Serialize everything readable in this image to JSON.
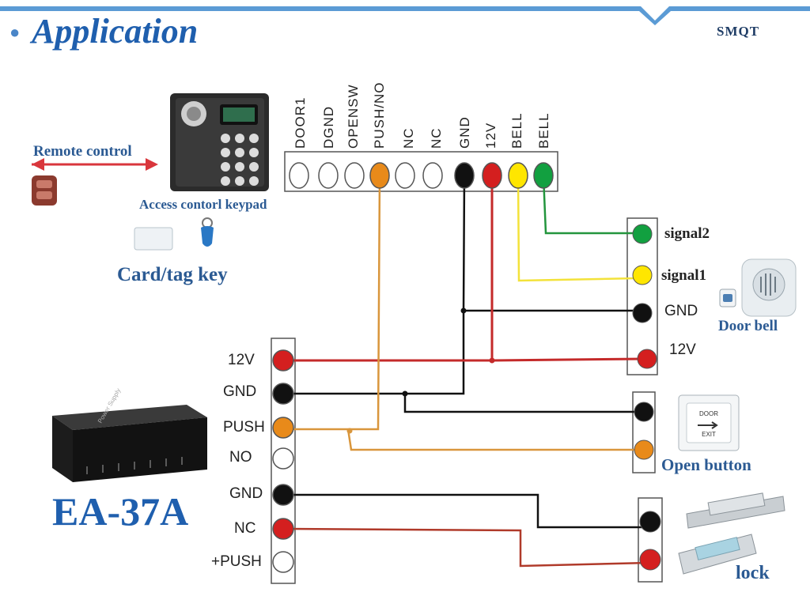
{
  "title": "Application",
  "brand": "SMQT",
  "top_terminals": [
    "DOOR1",
    "DGND",
    "OPENSW",
    "PUSH/NO",
    "NC",
    "NC",
    "GND",
    "12V",
    "BELL",
    "BELL"
  ],
  "top_terminal_colors": [
    "#ffffff",
    "#ffffff",
    "#ffffff",
    "#e88a1a",
    "#ffffff",
    "#ffffff",
    "#111111",
    "#d41f1f",
    "#ffe600",
    "#12a040"
  ],
  "power_terminals": [
    "12V",
    "GND",
    "PUSH",
    "NO",
    "GND",
    "NC",
    "+PUSH"
  ],
  "power_terminal_colors": [
    "#d41f1f",
    "#111111",
    "#e88a1a",
    "#ffffff",
    "#111111",
    "#d41f1f",
    "#ffffff"
  ],
  "bell_terminals": [
    "signal2",
    "signal1",
    "GND",
    "12V"
  ],
  "captions": {
    "remote": "Remote control",
    "keypad": "Access contorl keypad",
    "card": "Card/tag key",
    "doorbell": "Door bell",
    "open_button": "Open button",
    "lock": "lock",
    "model": "EA-37A",
    "psu_text": "Power Supply",
    "exit_top": "DOOR",
    "exit_bottom": "EXIT"
  },
  "wire_colors": {
    "red": "#c42a2a",
    "black": "#111111",
    "orange": "#d9963c",
    "yellow": "#f3e23a",
    "green": "#23953d",
    "darkred": "#b03a2a"
  },
  "header_bar_color": "#5b9bd5"
}
